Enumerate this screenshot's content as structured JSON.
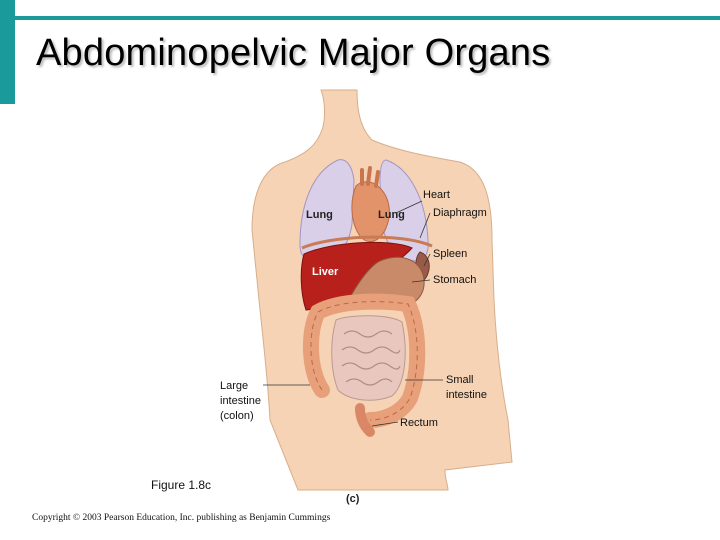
{
  "slide": {
    "title": "Abdominopelvic Major Organs",
    "caption": "Figure 1.8c",
    "copyright": "Copyright © 2003 Pearson Education, Inc. publishing as Benjamin Cummings"
  },
  "figure": {
    "panel_label": "(c)",
    "labels": {
      "lung_left": "Lung",
      "lung_right": "Lung",
      "heart": "Heart",
      "diaphragm": "Diaphragm",
      "spleen": "Spleen",
      "stomach": "Stomach",
      "liver": "Liver",
      "large_intestine_1": "Large",
      "large_intestine_2": "intestine",
      "large_intestine_3": "(colon)",
      "small_intestine_1": "Small",
      "small_intestine_2": "intestine",
      "rectum": "Rectum"
    }
  },
  "colors": {
    "accent": "#1a9a9a",
    "skin": "#f5d3b4",
    "lung": "#d9cfe8",
    "liver": "#b8201c",
    "stomach": "#c98a6a",
    "intestine": "#e7a07a",
    "small_intestine": "#e9c7bf"
  }
}
